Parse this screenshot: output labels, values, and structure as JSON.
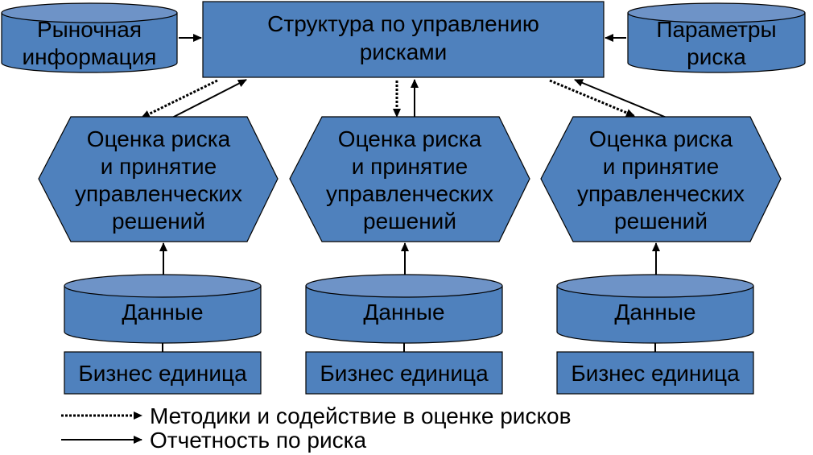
{
  "diagram": {
    "central": {
      "line1": "Структура по управлению",
      "line2": "рисками"
    },
    "market_info": {
      "line1": "Рыночная",
      "line2": "информация"
    },
    "risk_params": {
      "line1": "Параметры",
      "line2": "риска"
    },
    "assessment": {
      "line1": "Оценка риска",
      "line2": "и принятие",
      "line3": "управленческих",
      "line4": "решений"
    },
    "data_label": "Данные",
    "business_unit_label": "Бизнес единица"
  },
  "legend": {
    "dotted_label": "Методики и содействие в оценке рисков",
    "solid_label": "Отчетность по риска"
  },
  "colors": {
    "node_fill": "#4f81bd",
    "cylinder_top": "#6e93c7",
    "stroke": "#000000"
  }
}
